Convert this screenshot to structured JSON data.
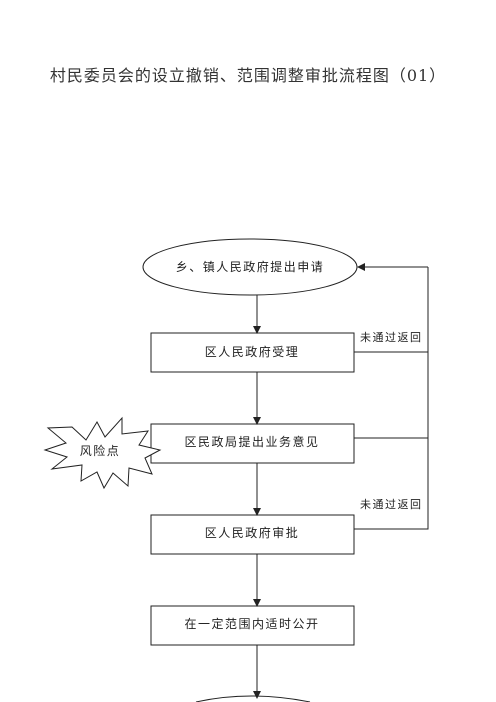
{
  "title": "村民委员会的设立撤销、范围调整审批流程图（01）",
  "nodes": {
    "start": "乡、镇人民政府提出申请",
    "accept": "区人民政府受理",
    "opinion": "区民政局提出业务意见",
    "approve": "区人民政府审批",
    "publicize": "在一定范围内适时公开"
  },
  "return_labels": {
    "first": "未通过返回",
    "second": "未通过返回"
  },
  "risk_label": "风险点"
}
